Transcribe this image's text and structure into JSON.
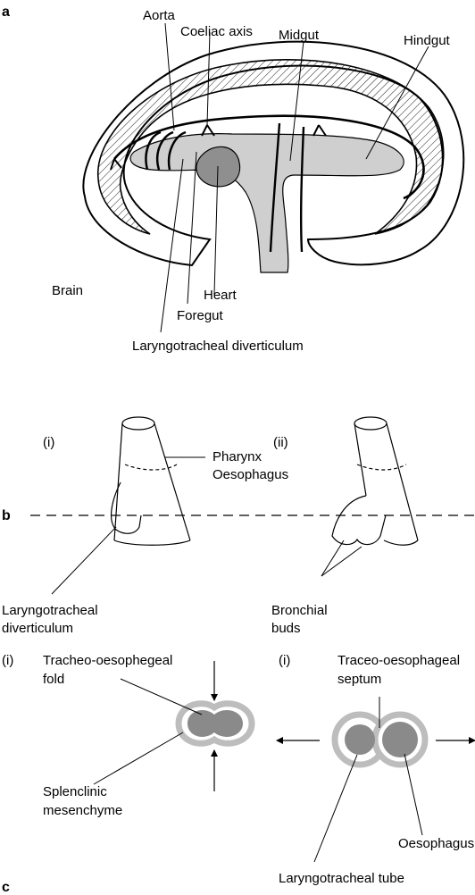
{
  "panel_a": {
    "letter": "a",
    "labels": {
      "aorta": "Aorta",
      "coeliac_axis": "Coeliac axis",
      "midgut": "Midgut",
      "hindgut": "Hindgut",
      "brain": "Brain",
      "heart": "Heart",
      "foregut": "Foregut",
      "laryngotracheal_diverticulum": "Laryngotracheal diverticulum"
    }
  },
  "panel_b": {
    "letter": "b",
    "stage_i": "(i)",
    "stage_ii": "(ii)",
    "labels": {
      "pharynx": "Pharynx",
      "oesophagus": "Oesophagus",
      "laryngotracheal_line1": "Laryngotracheal",
      "laryngotracheal_line2": "diverticulum",
      "bronchial_line1": "Bronchial",
      "bronchial_line2": "buds"
    }
  },
  "panel_c": {
    "letter": "c",
    "stage_left": "(i)",
    "stage_right": "(i)",
    "labels": {
      "fold_line1": "Tracheo-oesophegeal",
      "fold_line2": "fold",
      "septum_line1": "Traceo-oesophageal",
      "septum_line2": "septum",
      "splanchnic_line1": "Splenclinic",
      "splanchnic_line2": "mesenchyme",
      "oesophagus": "Oesophagus",
      "laryngotracheal_tube": "Laryngotracheal tube"
    }
  },
  "colors": {
    "gut_fill": "#cfcfcf",
    "heart_fill": "#8f8f8f",
    "mesenchyme_ring": "#bdbdbd",
    "lumen_fill": "#8a8a8a",
    "line": "#000000"
  }
}
